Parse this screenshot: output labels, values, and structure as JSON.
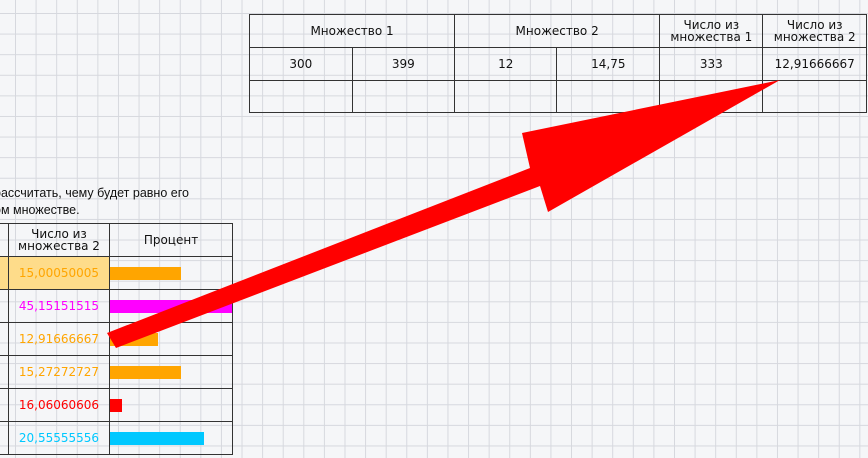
{
  "top_table": {
    "headers": [
      "Множество 1",
      "Множество 2",
      "Число из множества 1",
      "Число из множества 2"
    ],
    "values": [
      "300",
      "399",
      "12",
      "14,75",
      "333",
      "12,91666667"
    ]
  },
  "note": {
    "line1": "рассчитать, чему будет равно его",
    "line2": "ом множестве."
  },
  "left_table": {
    "headers": {
      "number2": "Число из множества 2",
      "percent": "Процент"
    },
    "rows": [
      {
        "value": "15,00050005",
        "color": "#ffa500",
        "percent": 0.58,
        "highlight": true
      },
      {
        "value": "45,15151515",
        "color": "#ff00ff",
        "percent": 1.0
      },
      {
        "value": "12,91666667",
        "color": "#ffa500",
        "percent": 0.39
      },
      {
        "value": "15,27272727",
        "color": "#ffa500",
        "percent": 0.58
      },
      {
        "value": "16,06060606",
        "color": "#ff0000",
        "percent": 0.1
      },
      {
        "value": "20,55555556",
        "color": "#00c8ff",
        "percent": 0.77
      }
    ]
  },
  "arrow_color": "#ff0000"
}
